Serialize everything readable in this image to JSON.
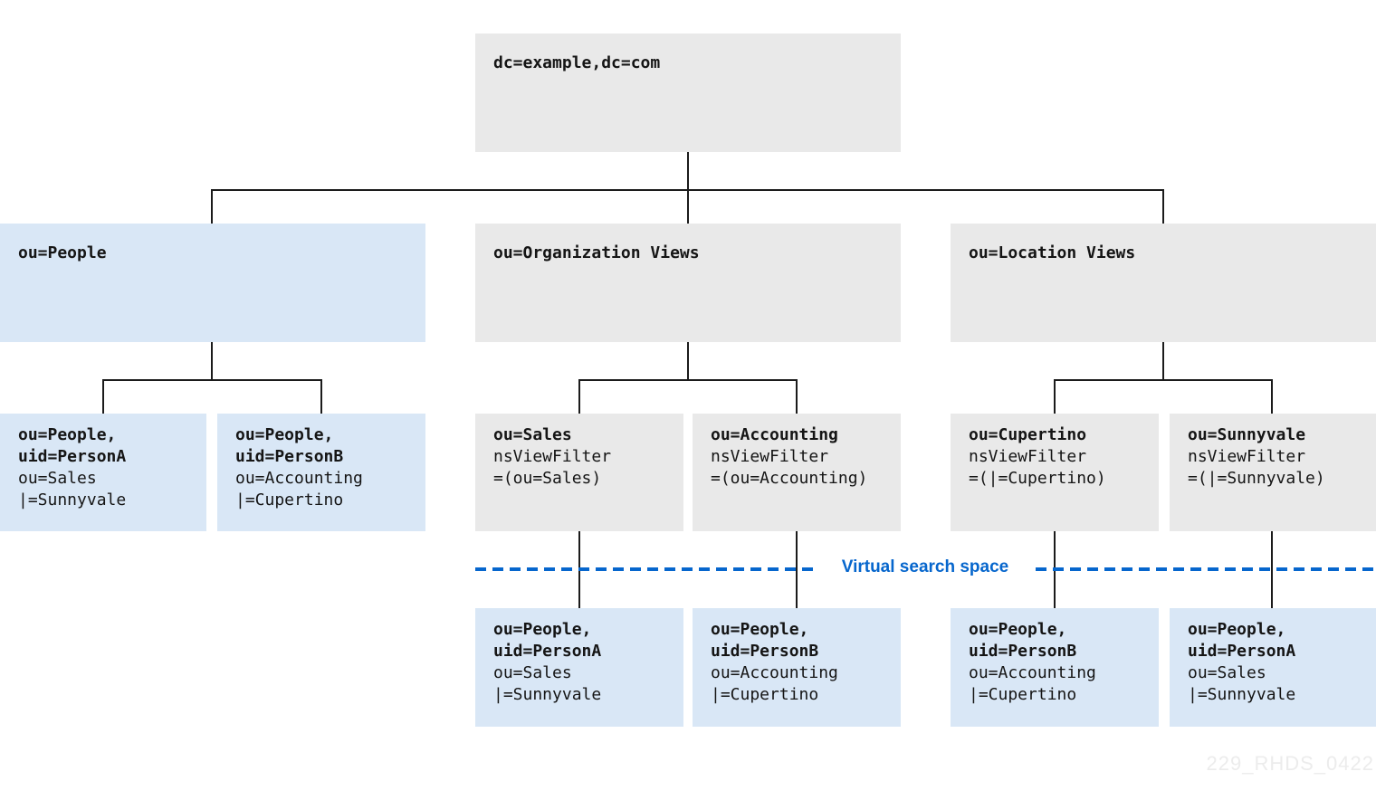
{
  "diagram": {
    "root": {
      "label": "dc=example,dc=com"
    },
    "branches": [
      {
        "label": "ou=People"
      },
      {
        "label": "ou=Organization Views"
      },
      {
        "label": "ou=Location Views"
      }
    ],
    "people_entries": [
      {
        "line1": "ou=People,",
        "line2": "uid=PersonA",
        "line3": "ou=Sales",
        "line4": "|=Sunnyvale"
      },
      {
        "line1": "ou=People,",
        "line2": "uid=PersonB",
        "line3": "ou=Accounting",
        "line4": "|=Cupertino"
      }
    ],
    "view_entries": [
      {
        "title": "ou=Sales",
        "line2": "nsViewFilter",
        "line3": "=(ou=Sales)"
      },
      {
        "title": "ou=Accounting",
        "line2": "nsViewFilter",
        "line3": "=(ou=Accounting)"
      },
      {
        "title": "ou=Cupertino",
        "line2": "nsViewFilter",
        "line3": "=(|=Cupertino)"
      },
      {
        "title": "ou=Sunnyvale",
        "line2": "nsViewFilter",
        "line3": "=(|=Sunnyvale)"
      }
    ],
    "virtual_entries": [
      {
        "line1": "ou=People,",
        "line2": "uid=PersonA",
        "line3": "ou=Sales",
        "line4": "|=Sunnyvale"
      },
      {
        "line1": "ou=People,",
        "line2": "uid=PersonB",
        "line3": "ou=Accounting",
        "line4": "|=Cupertino"
      },
      {
        "line1": "ou=People,",
        "line2": "uid=PersonB",
        "line3": "ou=Accounting",
        "line4": "|=Cupertino"
      },
      {
        "line1": "ou=People,",
        "line2": "uid=PersonA",
        "line3": "ou=Sales",
        "line4": "|=Sunnyvale"
      }
    ],
    "divider_label": "Virtual search space",
    "watermark": "229_RHDS_0422",
    "colors": {
      "node_gray": "#e9e9e9",
      "node_blue": "#d9e7f6",
      "accent_blue": "#0666cd",
      "line_black": "#1b1b1b",
      "text": "#151515",
      "watermark_gray": "#ececec"
    }
  }
}
